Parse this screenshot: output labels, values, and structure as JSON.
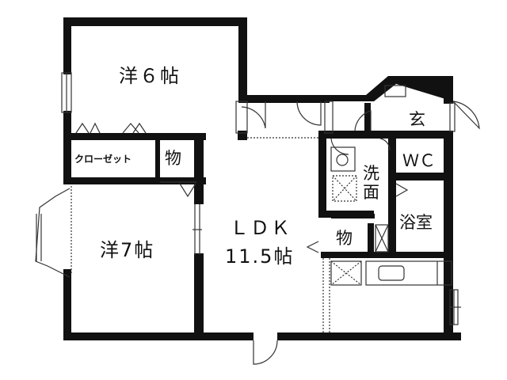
{
  "rooms": {
    "western_6": "洋６帖",
    "western_7": "洋7帖",
    "ldk_name": "ＬＤＫ",
    "ldk_size": "11.5帖",
    "closet": "クローゼット",
    "storage_upper": "物",
    "storage_mid": "物",
    "entrance": "玄",
    "wc": "ＷＣ",
    "bath": "浴室",
    "wash_1": "洗",
    "wash_2": "面"
  },
  "colors": {
    "wall": "#111111",
    "thin_line": "#333333",
    "background": "#ffffff"
  }
}
